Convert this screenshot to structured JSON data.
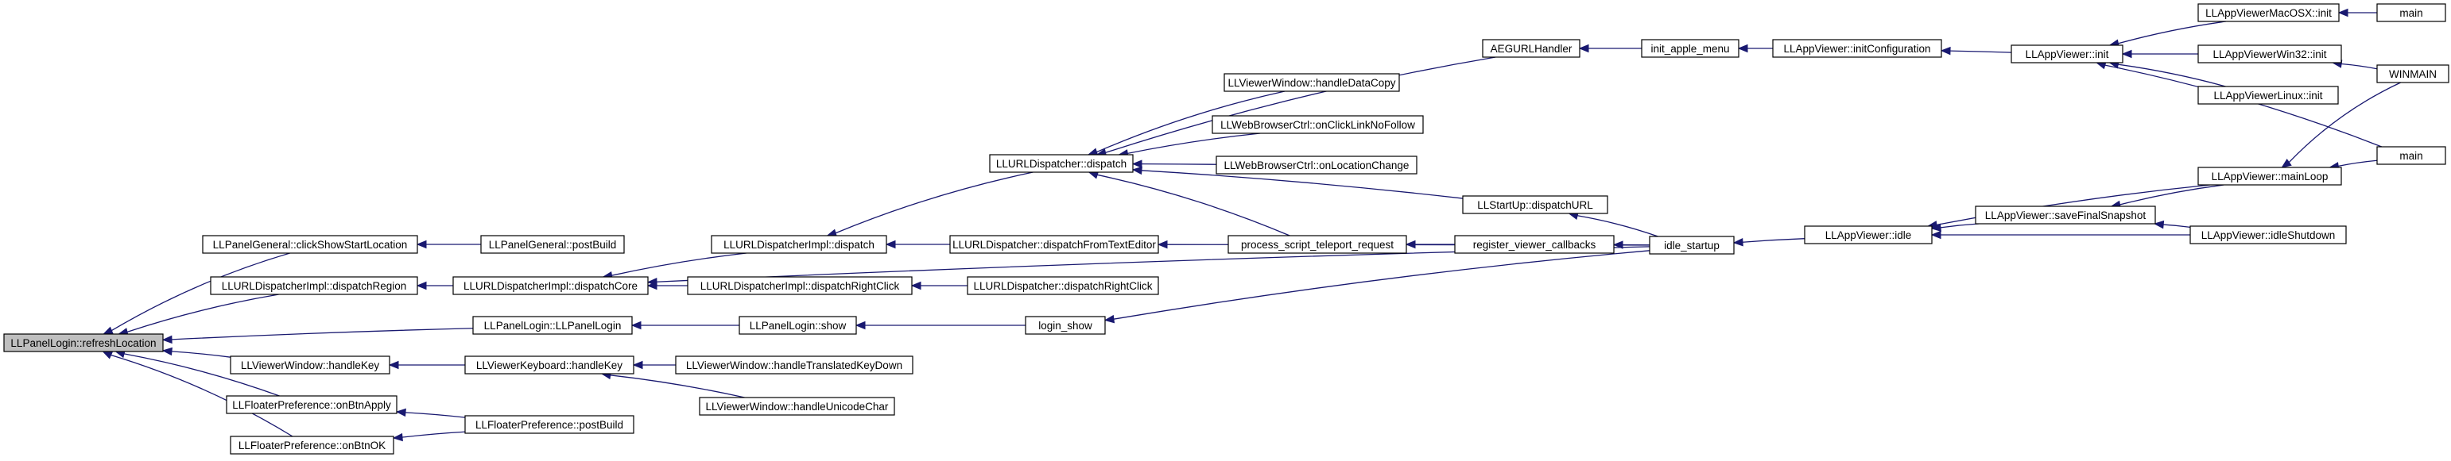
{
  "colors": {
    "edge": "#191970",
    "node_fill": "#ffffff",
    "root_fill": "#bfbfbf",
    "node_border": "#000000"
  },
  "nodes": [
    {
      "id": "n0",
      "label": "LLPanelLogin::refreshLocation"
    },
    {
      "id": "n1",
      "label": "LLPanelGeneral::clickShowStartLocation"
    },
    {
      "id": "n2",
      "label": "LLPanelGeneral::postBuild"
    },
    {
      "id": "n3",
      "label": "LLURLDispatcherImpl::dispatchRegion"
    },
    {
      "id": "n4",
      "label": "LLURLDispatcherImpl::dispatchCore"
    },
    {
      "id": "n5",
      "label": "LLURLDispatcherImpl::dispatch"
    },
    {
      "id": "n6",
      "label": "LLURLDispatcherImpl::dispatchRightClick"
    },
    {
      "id": "n7",
      "label": "LLURLDispatcher::dispatch"
    },
    {
      "id": "n8",
      "label": "LLURLDispatcher::dispatchFromTextEditor"
    },
    {
      "id": "n9",
      "label": "LLURLDispatcher::dispatchRightClick"
    },
    {
      "id": "n10",
      "label": "AEGURLHandler"
    },
    {
      "id": "n11",
      "label": "init_apple_menu"
    },
    {
      "id": "n12",
      "label": "LLAppViewer::initConfiguration"
    },
    {
      "id": "n13",
      "label": "LLAppViewer::init"
    },
    {
      "id": "n14",
      "label": "LLAppViewerMacOSX::init"
    },
    {
      "id": "n15",
      "label": "main"
    },
    {
      "id": "n16",
      "label": "LLAppViewerWin32::init"
    },
    {
      "id": "n17",
      "label": "WINMAIN"
    },
    {
      "id": "n18",
      "label": "LLAppViewerLinux::init"
    },
    {
      "id": "n19",
      "label": "main"
    },
    {
      "id": "n20",
      "label": "LLViewerWindow::handleDataCopy"
    },
    {
      "id": "n21",
      "label": "LLWebBrowserCtrl::onClickLinkNoFollow"
    },
    {
      "id": "n22",
      "label": "LLWebBrowserCtrl::onLocationChange"
    },
    {
      "id": "n23",
      "label": "LLStartUp::dispatchURL"
    },
    {
      "id": "n24",
      "label": "idle_startup"
    },
    {
      "id": "n25",
      "label": "LLAppViewer::idle"
    },
    {
      "id": "n26",
      "label": "LLAppViewer::mainLoop"
    },
    {
      "id": "n27",
      "label": "LLAppViewer::saveFinalSnapshot"
    },
    {
      "id": "n28",
      "label": "LLAppViewer::idleShutdown"
    },
    {
      "id": "n29",
      "label": "process_script_teleport_request"
    },
    {
      "id": "n30",
      "label": "register_viewer_callbacks"
    },
    {
      "id": "n31",
      "label": "LLPanelLogin::LLPanelLogin"
    },
    {
      "id": "n32",
      "label": "LLPanelLogin::show"
    },
    {
      "id": "n33",
      "label": "login_show"
    },
    {
      "id": "n34",
      "label": "LLViewerWindow::handleKey"
    },
    {
      "id": "n35",
      "label": "LLViewerKeyboard::handleKey"
    },
    {
      "id": "n36",
      "label": "LLViewerWindow::handleTranslatedKeyDown"
    },
    {
      "id": "n37",
      "label": "LLViewerWindow::handleUnicodeChar"
    },
    {
      "id": "n38",
      "label": "LLFloaterPreference::onBtnApply"
    },
    {
      "id": "n39",
      "label": "LLFloaterPreference::postBuild"
    },
    {
      "id": "n40",
      "label": "LLFloaterPreference::onBtnOK"
    }
  ],
  "edges": [
    {
      "from": "n1",
      "to": "n0"
    },
    {
      "from": "n3",
      "to": "n0"
    },
    {
      "from": "n31",
      "to": "n0"
    },
    {
      "from": "n34",
      "to": "n0"
    },
    {
      "from": "n38",
      "to": "n0"
    },
    {
      "from": "n40",
      "to": "n0"
    },
    {
      "from": "n2",
      "to": "n1"
    },
    {
      "from": "n4",
      "to": "n3"
    },
    {
      "from": "n5",
      "to": "n4"
    },
    {
      "from": "n6",
      "to": "n4"
    },
    {
      "from": "n7",
      "to": "n5"
    },
    {
      "from": "n8",
      "to": "n5"
    },
    {
      "from": "n9",
      "to": "n6"
    },
    {
      "from": "n10",
      "to": "n7"
    },
    {
      "from": "n20",
      "to": "n7"
    },
    {
      "from": "n21",
      "to": "n7"
    },
    {
      "from": "n22",
      "to": "n7"
    },
    {
      "from": "n23",
      "to": "n7"
    },
    {
      "from": "n29",
      "to": "n7"
    },
    {
      "from": "n11",
      "to": "n10"
    },
    {
      "from": "n12",
      "to": "n11"
    },
    {
      "from": "n13",
      "to": "n12"
    },
    {
      "from": "n14",
      "to": "n13"
    },
    {
      "from": "n16",
      "to": "n13"
    },
    {
      "from": "n18",
      "to": "n13"
    },
    {
      "from": "n19",
      "to": "n13"
    },
    {
      "from": "n15",
      "to": "n14"
    },
    {
      "from": "n17",
      "to": "n16"
    },
    {
      "from": "n24",
      "to": "n23"
    },
    {
      "from": "n24",
      "to": "n8"
    },
    {
      "from": "n25",
      "to": "n24"
    },
    {
      "from": "n24",
      "to": "n4"
    },
    {
      "from": "n24",
      "to": "n33"
    },
    {
      "from": "n26",
      "to": "n25"
    },
    {
      "from": "n27",
      "to": "n25"
    },
    {
      "from": "n28",
      "to": "n25"
    },
    {
      "from": "n17",
      "to": "n26"
    },
    {
      "from": "n19",
      "to": "n26"
    },
    {
      "from": "n26",
      "to": "n27"
    },
    {
      "from": "n28",
      "to": "n27"
    },
    {
      "from": "n30",
      "to": "n29"
    },
    {
      "from": "n24",
      "to": "n30"
    },
    {
      "from": "n32",
      "to": "n31"
    },
    {
      "from": "n33",
      "to": "n32"
    },
    {
      "from": "n35",
      "to": "n34"
    },
    {
      "from": "n36",
      "to": "n35"
    },
    {
      "from": "n37",
      "to": "n35"
    },
    {
      "from": "n39",
      "to": "n38"
    },
    {
      "from": "n39",
      "to": "n40"
    }
  ]
}
